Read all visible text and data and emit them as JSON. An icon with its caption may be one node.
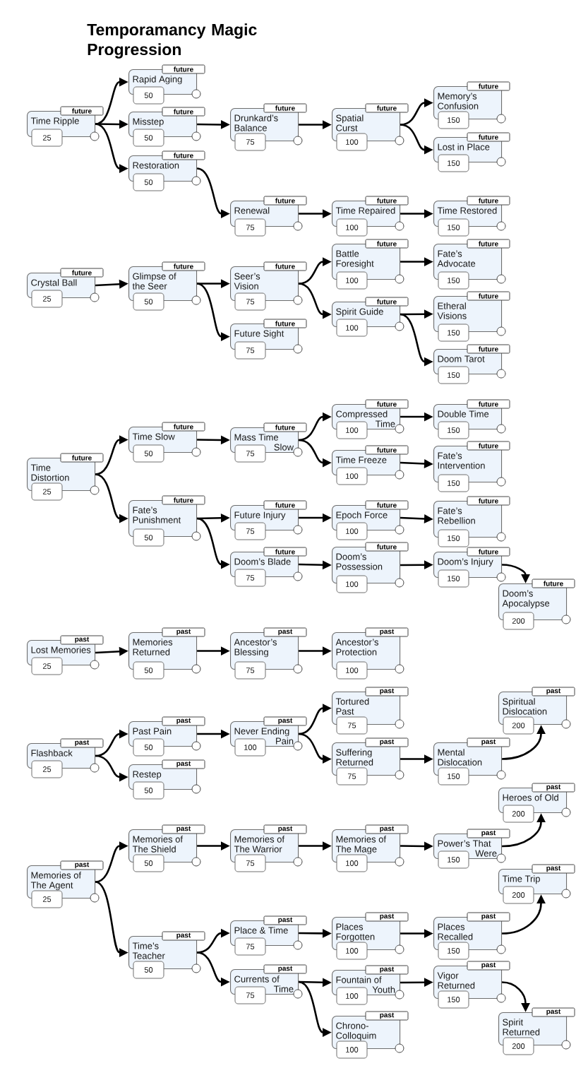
{
  "diagram": {
    "title": "Temporamancy Magic Progression",
    "nodes": [
      {
        "text": [
          "future",
          "Time Ripple",
          "25"
        ]
      },
      {
        "text": [
          "future",
          "Rapid Aging",
          "50"
        ]
      },
      {
        "text": [
          "future",
          "Misstep",
          "50"
        ]
      },
      {
        "text": [
          "future",
          "Restoration",
          "50"
        ]
      },
      {
        "text": [
          "future",
          "Drunkard’s Balance",
          "75"
        ]
      },
      {
        "text": [
          "future",
          "Spatial Curst",
          "100"
        ]
      },
      {
        "text": [
          "future",
          "Memory’s Confusion",
          "150"
        ]
      },
      {
        "text": [
          "future",
          "Lost in Place",
          "150"
        ]
      },
      {
        "text": [
          "future",
          "Renewal",
          "75"
        ]
      },
      {
        "text": [
          "future",
          "Time Repaired",
          "100"
        ]
      },
      {
        "text": [
          "future",
          "Time Restored",
          "150"
        ]
      },
      {
        "text": [
          "future",
          "Crystal Ball",
          "25"
        ]
      },
      {
        "text": [
          "future",
          "Glimpse of the Seer",
          "50"
        ]
      },
      {
        "text": [
          "future",
          "Seer’s Vision",
          "75"
        ]
      },
      {
        "text": [
          "future",
          "Future Sight",
          "75"
        ]
      },
      {
        "text": [
          "future",
          "Battle Foresight",
          "100"
        ]
      },
      {
        "text": [
          "future",
          "Spirit Guide",
          "100"
        ]
      },
      {
        "text": [
          "future",
          "Fate’s Advocate",
          "150"
        ]
      },
      {
        "text": [
          "future",
          "Etheral Visions",
          "150"
        ]
      },
      {
        "text": [
          "future",
          "Doom Tarot",
          "150"
        ]
      },
      {
        "text": [
          "future",
          "Time Distortion",
          "25"
        ]
      },
      {
        "text": [
          "future",
          "Time Slow",
          "50"
        ]
      },
      {
        "text": [
          "future",
          "Fate’s Punishment",
          "50"
        ]
      },
      {
        "text": [
          "future",
          "Mass Time Slow",
          "75"
        ]
      },
      {
        "text": [
          "future",
          "Future Injury",
          "75"
        ]
      },
      {
        "text": [
          "future",
          "Doom’s Blade",
          "75"
        ]
      },
      {
        "text": [
          "future",
          "Compressed Time",
          "100"
        ]
      },
      {
        "text": [
          "future",
          "Time Freeze",
          "100"
        ]
      },
      {
        "text": [
          "future",
          "Epoch Force",
          "100"
        ]
      },
      {
        "text": [
          "future",
          "Doom’s Possession",
          "100"
        ]
      },
      {
        "text": [
          "future",
          "Double Time",
          "150"
        ]
      },
      {
        "text": [
          "future",
          "Fate’s Intervention",
          "150"
        ]
      },
      {
        "text": [
          "future",
          "Fate’s Rebellion",
          "150"
        ]
      },
      {
        "text": [
          "future",
          "Doom’s Injury",
          "150"
        ]
      },
      {
        "text": [
          "future",
          "Doom’s Apocalypse",
          "200"
        ]
      },
      {
        "text": [
          "past",
          "Lost Memories",
          "25"
        ]
      },
      {
        "text": [
          "past",
          "Memories Returned",
          "50"
        ]
      },
      {
        "text": [
          "past",
          "Ancestor’s Blessing",
          "75"
        ]
      },
      {
        "text": [
          "past",
          "Ancestor’s Protection",
          "100"
        ]
      },
      {
        "text": [
          "past",
          "Flashback",
          "25"
        ]
      },
      {
        "text": [
          "past",
          "Past Pain",
          "50"
        ]
      },
      {
        "text": [
          "past",
          "Restep",
          "50"
        ]
      },
      {
        "text": [
          "past",
          "Never Ending Pain",
          "100"
        ]
      },
      {
        "text": [
          "past",
          "Tortured Past",
          "75"
        ]
      },
      {
        "text": [
          "past",
          "Suffering Returned",
          "75"
        ]
      },
      {
        "text": [
          "past",
          "Mental Dislocation",
          "150"
        ]
      },
      {
        "text": [
          "past",
          "Spiritual Dislocation",
          "200"
        ]
      },
      {
        "text": [
          "past",
          "Heroes of Old",
          "200"
        ]
      },
      {
        "text": [
          "past",
          "Memories of The Agent",
          "25"
        ]
      },
      {
        "text": [
          "past",
          "Memories of The Shield",
          "50"
        ]
      },
      {
        "text": [
          "past",
          "Memories of The Warrior",
          "75"
        ]
      },
      {
        "text": [
          "past",
          "Memories of The Mage",
          "100"
        ]
      },
      {
        "text": [
          "past",
          "Power’s That Were",
          "150"
        ]
      },
      {
        "text": [
          "past",
          "Time Trip",
          "200"
        ]
      },
      {
        "text": [
          "past",
          "Time’s Teacher",
          "50"
        ]
      },
      {
        "text": [
          "past",
          "Place & Time",
          "75"
        ]
      },
      {
        "text": [
          "past",
          "Places Forgotten",
          "100"
        ]
      },
      {
        "text": [
          "past",
          "Places Recalled",
          "150"
        ]
      },
      {
        "text": [
          "past",
          "Currents of Time",
          "75"
        ]
      },
      {
        "text": [
          "past",
          "Fountain of Youth",
          "100"
        ]
      },
      {
        "text": [
          "past",
          "Vigor Returned",
          "150"
        ]
      },
      {
        "text": [
          "past",
          "Chrono-Colloquim",
          "100"
        ]
      },
      {
        "text": [
          "past",
          "Spirit Returned",
          "200"
        ]
      }
    ],
    "edges": [
      {
        "from": 0,
        "to": 1,
        "arrow": "to"
      },
      {
        "from": 0,
        "to": 2,
        "arrow": "to"
      },
      {
        "from": 0,
        "to": 3,
        "arrow": "to"
      },
      {
        "from": 2,
        "to": 4,
        "arrow": "to"
      },
      {
        "from": 4,
        "to": 5,
        "arrow": "to"
      },
      {
        "from": 5,
        "to": 6,
        "arrow": "to"
      },
      {
        "from": 5,
        "to": 7,
        "arrow": "to"
      },
      {
        "from": 3,
        "to": 8,
        "arrow": "to"
      },
      {
        "from": 8,
        "to": 9,
        "arrow": "to"
      },
      {
        "from": 9,
        "to": 10,
        "arrow": "to"
      },
      {
        "from": 11,
        "to": 12,
        "arrow": "to"
      },
      {
        "from": 12,
        "to": 13,
        "arrow": "to"
      },
      {
        "from": 12,
        "to": 14,
        "arrow": "to"
      },
      {
        "from": 13,
        "to": 15,
        "arrow": "to"
      },
      {
        "from": 13,
        "to": 16,
        "arrow": "to"
      },
      {
        "from": 15,
        "to": 17,
        "arrow": "to"
      },
      {
        "from": 16,
        "to": 18,
        "arrow": "to"
      },
      {
        "from": 16,
        "to": 19,
        "arrow": "to"
      },
      {
        "from": 20,
        "to": 21,
        "arrow": "to"
      },
      {
        "from": 20,
        "to": 22,
        "arrow": "to"
      },
      {
        "from": 21,
        "to": 23,
        "arrow": "to"
      },
      {
        "from": 23,
        "to": 26,
        "arrow": "to"
      },
      {
        "from": 23,
        "to": 27,
        "arrow": "to"
      },
      {
        "from": 26,
        "to": 30,
        "arrow": "to"
      },
      {
        "from": 27,
        "to": 31,
        "arrow": "to"
      },
      {
        "from": 22,
        "to": 24,
        "arrow": "to"
      },
      {
        "from": 22,
        "to": 25,
        "arrow": "to"
      },
      {
        "from": 24,
        "to": 28,
        "arrow": "to"
      },
      {
        "from": 28,
        "to": 32,
        "arrow": "to"
      },
      {
        "from": 25,
        "to": 29,
        "arrow": "to"
      },
      {
        "from": 29,
        "to": 33,
        "arrow": "to"
      },
      {
        "from": 33,
        "to": 34,
        "arrow": "to"
      },
      {
        "from": 35,
        "to": 36,
        "arrow": "to"
      },
      {
        "from": 36,
        "to": 37,
        "arrow": "to"
      },
      {
        "from": 37,
        "to": 38,
        "arrow": "to"
      },
      {
        "from": 39,
        "to": 40,
        "arrow": "to"
      },
      {
        "from": 39,
        "to": 41,
        "arrow": "to"
      },
      {
        "from": 40,
        "to": 42,
        "arrow": "to"
      },
      {
        "from": 42,
        "to": 43,
        "arrow": "to"
      },
      {
        "from": 42,
        "to": 44,
        "arrow": "to"
      },
      {
        "from": 44,
        "to": 45,
        "arrow": "to"
      },
      {
        "from": 45,
        "to": 46,
        "arrow": "to"
      },
      {
        "from": 48,
        "to": 49,
        "arrow": "to"
      },
      {
        "from": 48,
        "to": 54,
        "arrow": "to"
      },
      {
        "from": 49,
        "to": 50,
        "arrow": "to"
      },
      {
        "from": 50,
        "to": 51,
        "arrow": "to"
      },
      {
        "from": 51,
        "to": 52,
        "arrow": "to"
      },
      {
        "from": 52,
        "to": 47,
        "arrow": "to"
      },
      {
        "from": 54,
        "to": 55,
        "arrow": "to"
      },
      {
        "from": 54,
        "to": 58,
        "arrow": "to"
      },
      {
        "from": 55,
        "to": 56,
        "arrow": "to"
      },
      {
        "from": 56,
        "to": 57,
        "arrow": "to"
      },
      {
        "from": 57,
        "to": 53,
        "arrow": "to"
      },
      {
        "from": 58,
        "to": 59,
        "arrow": "to"
      },
      {
        "from": 58,
        "to": 61,
        "arrow": "to"
      },
      {
        "from": 59,
        "to": 60,
        "arrow": "to"
      },
      {
        "from": 60,
        "to": 62,
        "arrow": "to"
      }
    ]
  }
}
